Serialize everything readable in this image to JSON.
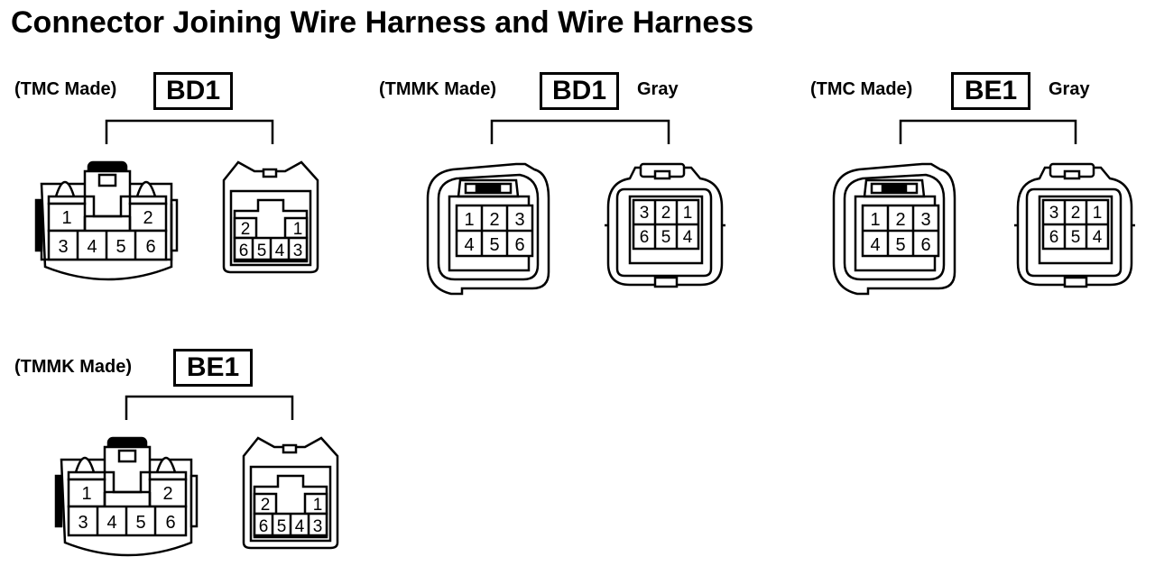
{
  "title": "Connector Joining Wire Harness and Wire Harness",
  "groups": [
    {
      "made": "(TMC Made)",
      "code": "BD1",
      "color": ""
    },
    {
      "made": "(TMMK Made)",
      "code": "BD1",
      "color": "Gray"
    },
    {
      "made": "(TMC Made)",
      "code": "BE1",
      "color": "Gray"
    },
    {
      "made": "(TMMK Made)",
      "code": "BE1",
      "color": ""
    }
  ],
  "pins": {
    "typeA_female": [
      "1",
      "2",
      "3",
      "4",
      "5",
      "6"
    ],
    "typeA_male": [
      "2",
      "1",
      "6",
      "5",
      "4",
      "3"
    ],
    "typeB_female": [
      "1",
      "2",
      "3",
      "4",
      "5",
      "6"
    ],
    "typeB_male": [
      "3",
      "2",
      "1",
      "6",
      "5",
      "4"
    ]
  }
}
